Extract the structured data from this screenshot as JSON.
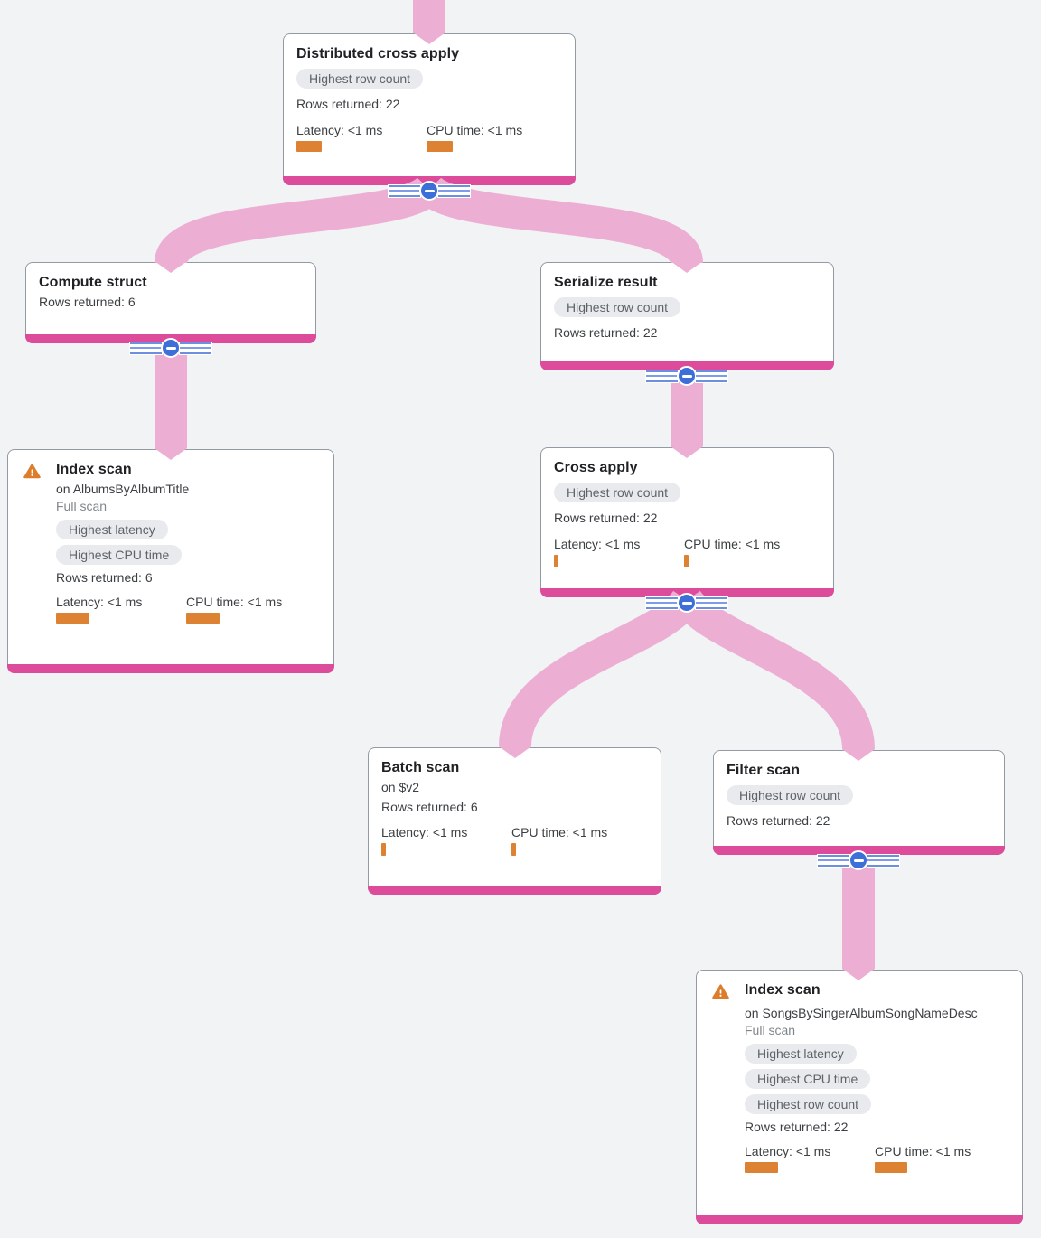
{
  "diagram": {
    "type": "query-execution-plan-tree",
    "background_color": "#f1f3f4",
    "edge_color": "#edaed3",
    "node_accent_color": "#dd4b9b",
    "metric_bar_color": "#dd8133",
    "collapse_button_color": "#3c6fd7"
  },
  "nodes": [
    {
      "id": "distributed-cross-apply",
      "title": "Distributed cross apply",
      "badges": [
        "Highest row count"
      ],
      "rows_returned": "Rows returned: 22",
      "metrics": {
        "latency": "Latency: <1 ms",
        "cpu": "CPU time: <1 ms",
        "latency_bar": 28,
        "cpu_bar": 29
      }
    },
    {
      "id": "compute-struct",
      "title": "Compute struct",
      "rows_returned": "Rows returned: 6"
    },
    {
      "id": "serialize-result",
      "title": "Serialize result",
      "badges": [
        "Highest row count"
      ],
      "rows_returned": "Rows returned: 22"
    },
    {
      "id": "index-scan-albums",
      "title": "Index scan",
      "warning": true,
      "subtitle": "on AlbumsByAlbumTitle",
      "scan_type": "Full scan",
      "badges": [
        "Highest latency",
        "Highest CPU time"
      ],
      "rows_returned": "Rows returned: 6",
      "metrics": {
        "latency": "Latency: <1 ms",
        "cpu": "CPU time: <1 ms",
        "latency_bar": 37,
        "cpu_bar": 37
      }
    },
    {
      "id": "cross-apply",
      "title": "Cross apply",
      "badges": [
        "Highest row count"
      ],
      "rows_returned": "Rows returned: 22",
      "metrics": {
        "latency": "Latency: <1 ms",
        "cpu": "CPU time: <1 ms",
        "latency_bar": 5,
        "cpu_bar": 5
      }
    },
    {
      "id": "batch-scan",
      "title": "Batch scan",
      "subtitle": "on $v2",
      "rows_returned": "Rows returned: 6",
      "metrics": {
        "latency": "Latency: <1 ms",
        "cpu": "CPU time: <1 ms",
        "latency_bar": 5,
        "cpu_bar": 5
      }
    },
    {
      "id": "filter-scan",
      "title": "Filter scan",
      "badges": [
        "Highest row count"
      ],
      "rows_returned": "Rows returned: 22"
    },
    {
      "id": "index-scan-songs",
      "title": "Index scan",
      "warning": true,
      "subtitle": "on SongsBySingerAlbumSongNameDesc",
      "scan_type": "Full scan",
      "badges": [
        "Highest latency",
        "Highest CPU time",
        "Highest row count"
      ],
      "rows_returned": "Rows returned: 22",
      "metrics": {
        "latency": "Latency: <1 ms",
        "cpu": "CPU time: <1 ms",
        "latency_bar": 37,
        "cpu_bar": 36
      }
    }
  ],
  "edges": [
    {
      "from": "(above)",
      "to": "distributed-cross-apply"
    },
    {
      "from": "distributed-cross-apply",
      "to": "compute-struct"
    },
    {
      "from": "distributed-cross-apply",
      "to": "serialize-result"
    },
    {
      "from": "compute-struct",
      "to": "index-scan-albums"
    },
    {
      "from": "serialize-result",
      "to": "cross-apply"
    },
    {
      "from": "cross-apply",
      "to": "batch-scan"
    },
    {
      "from": "cross-apply",
      "to": "filter-scan"
    },
    {
      "from": "filter-scan",
      "to": "index-scan-songs"
    }
  ]
}
